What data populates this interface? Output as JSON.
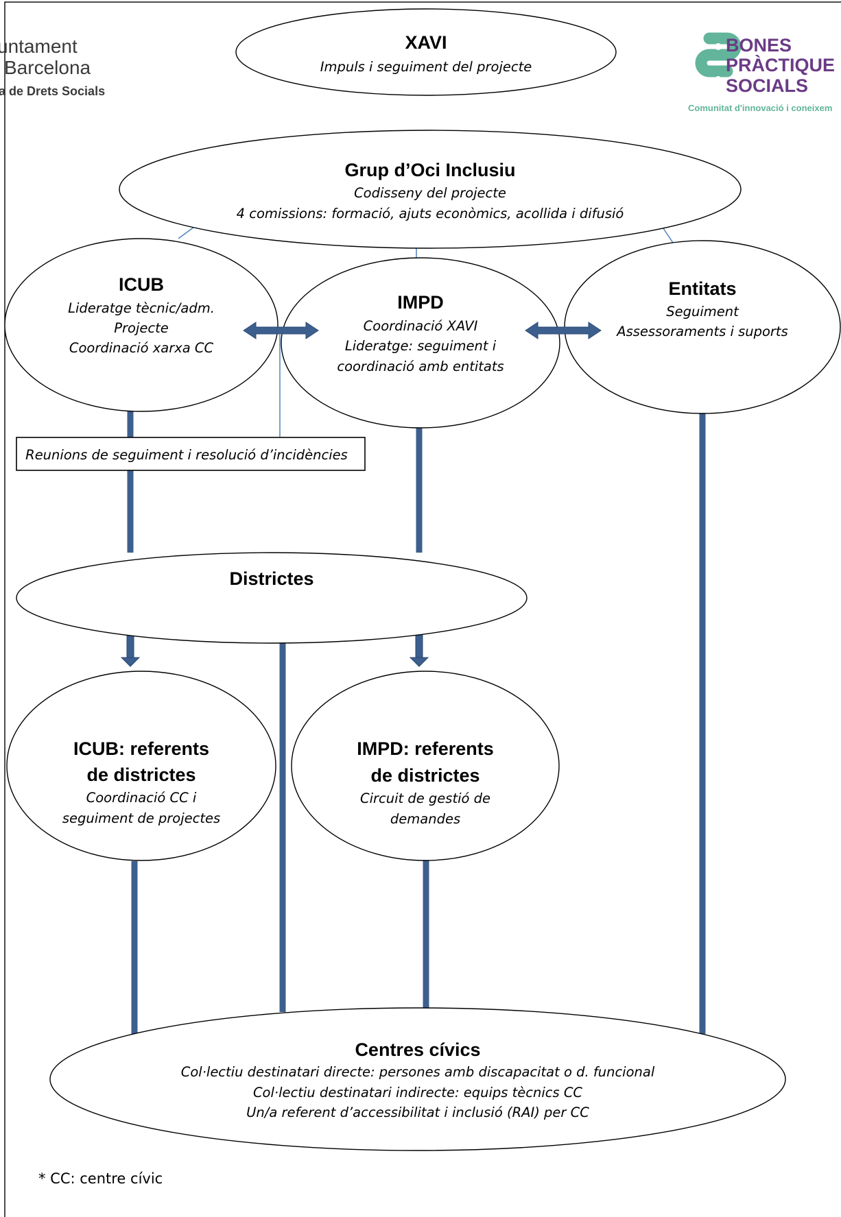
{
  "logos": {
    "left": {
      "line1": "untament",
      "line2": "Barcelona",
      "line3": "a de Drets Socials"
    },
    "right": {
      "line1": "BONES",
      "line2": "PRÀCTIQUE",
      "line3": "SOCIALS",
      "tagline": "Comunitat d'innovació i coneixem",
      "mark_color": "#62b59a",
      "text_color": "#6b3b86"
    }
  },
  "nodes": {
    "xavi": {
      "title": "XAVI",
      "lines": [
        "Impuls i seguiment del projecte"
      ]
    },
    "grup": {
      "title": "Grup d’Oci Inclusiu",
      "lines": [
        "Codisseny del projecte",
        "4 comissions: formació, ajuts econòmics, acollida i difusió"
      ]
    },
    "icub": {
      "title": "ICUB",
      "lines": [
        "Lideratge tècnic/adm.",
        "Projecte",
        "Coordinació xarxa CC"
      ]
    },
    "impd": {
      "title": "IMPD",
      "lines": [
        "Coordinació XAVI",
        "Lideratge: seguiment i",
        "coordinació amb entitats"
      ]
    },
    "entitats": {
      "title": "Entitats",
      "lines": [
        "Seguiment",
        "Assessoraments i suports"
      ]
    },
    "reunions": {
      "text": "Reunions de seguiment i resolució d’incidències"
    },
    "districtes": {
      "title": "Districtes"
    },
    "icub_ref": {
      "title_lines": [
        "ICUB: referents",
        "de districtes"
      ],
      "lines": [
        "Coordinació CC i",
        "seguiment de projectes"
      ]
    },
    "impd_ref": {
      "title_lines": [
        "IMPD: referents",
        "de districtes"
      ],
      "lines": [
        "Circuit de gestió de",
        "demandes"
      ]
    },
    "centres": {
      "title": "Centres cívics",
      "lines": [
        "Col·lectiu destinatari directe: persones amb discapacitat o d. funcional",
        "Col·lectiu destinatari indirecte: equips tècnics CC",
        "Un/a referent d’accessibilitat i inclusió (RAI) per CC"
      ]
    }
  },
  "footnote": "* CC: centre cívic",
  "colors": {
    "connector": "#3d5f8e",
    "thin_connector": "#4f81bd"
  }
}
